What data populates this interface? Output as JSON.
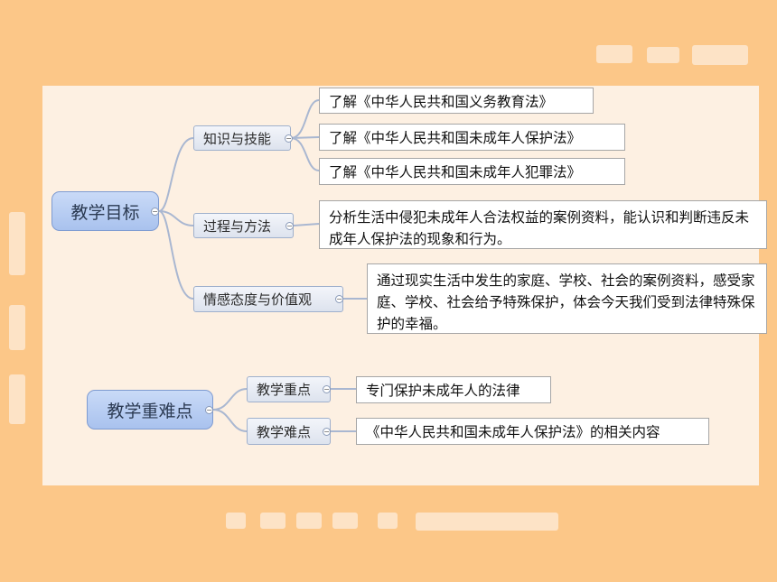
{
  "colors": {
    "background": "#fcc788",
    "panel": "#fdf0e2",
    "root_node": "#b6cbf1",
    "connector": "#a9b7d1"
  },
  "mindmap": {
    "goals": {
      "label": "教学目标",
      "branches": [
        {
          "label": "知识与技能",
          "items": [
            "了解《中华人民共和国义务教育法》",
            "了解《中华人民共和国未成年人保护法》",
            "了解《中华人民共和国未成年人犯罪法》"
          ]
        },
        {
          "label": "过程与方法",
          "items": [
            "分析生活中侵犯未成年人合法权益的案例资料，能认识和判断违反未成年人保护法的现象和行为。"
          ]
        },
        {
          "label": "情感态度与价值观",
          "items": [
            "通过现实生活中发生的家庭、学校、社会的案例资料，感受家庭、学校、社会给予特殊保护，体会今天我们受到法律特殊保护的幸福。"
          ]
        }
      ]
    },
    "key_points": {
      "label": "教学重难点",
      "branches": [
        {
          "label": "教学重点",
          "items": [
            "专门保护未成年人的法律"
          ]
        },
        {
          "label": "教学难点",
          "items": [
            "《中华人民共和国未成年人保护法》的相关内容"
          ]
        }
      ]
    }
  },
  "icons": {
    "collapse": "collapse-icon"
  }
}
